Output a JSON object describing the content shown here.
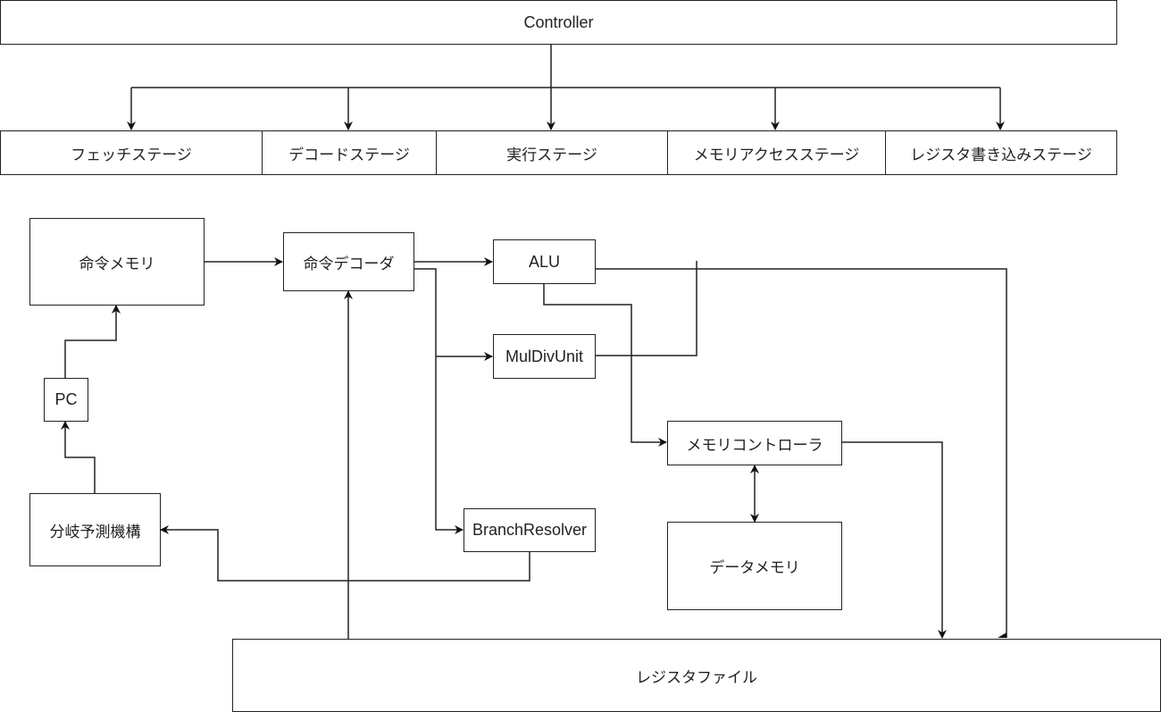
{
  "diagram": {
    "controller": "Controller",
    "stages": [
      "フェッチステージ",
      "デコードステージ",
      "実行ステージ",
      "メモリアクセスステージ",
      "レジスタ書き込みステージ"
    ],
    "blocks": {
      "instruction_memory": "命令メモリ",
      "instruction_decoder": "命令デコーダ",
      "alu": "ALU",
      "muldiv": "MulDivUnit",
      "pc": "PC",
      "branch_predictor": "分岐予測機構",
      "branch_resolver": "BranchResolver",
      "memory_controller": "メモリコントローラ",
      "data_memory": "データメモリ",
      "register_file": "レジスタファイル"
    },
    "colors": {
      "stroke": "#222222",
      "fill": "#ffffff"
    }
  }
}
